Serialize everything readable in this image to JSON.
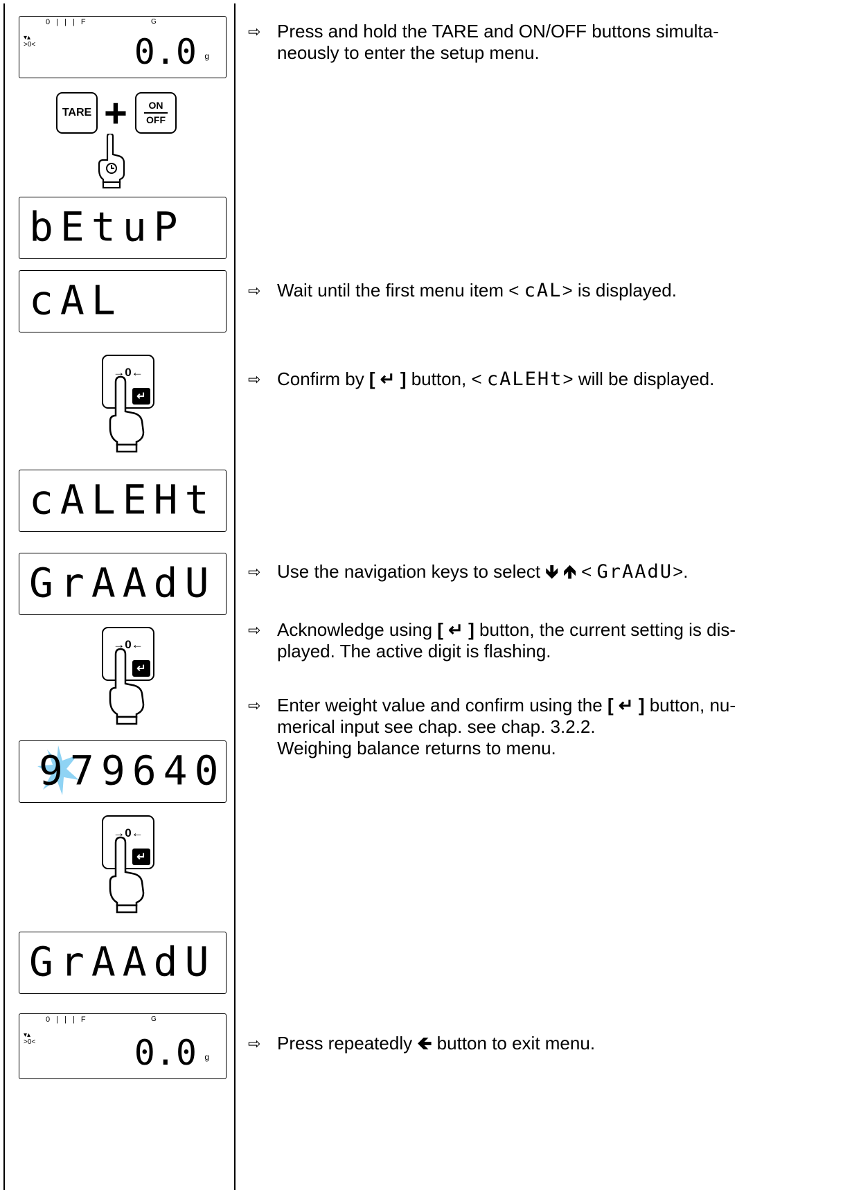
{
  "displays": {
    "initial": {
      "value": "0.0",
      "unit": "g",
      "bars": "0 | | | F",
      "g_mark": "G",
      "stable": "▾▴\n>0<"
    },
    "setup": "bEtuP",
    "cal": "cAL",
    "calext": "cALEHt",
    "gradu": "GrAAdU",
    "value": "979640",
    "gradu_after": "GrAAdU",
    "final": {
      "value": "0.0",
      "unit": "g",
      "bars": "0 | | | F",
      "g_mark": "G",
      "stable": "▾▴\n>0<"
    }
  },
  "keys": {
    "tare": "TARE",
    "plus": "+",
    "on": "ON",
    "off": "OFF",
    "zero": "→0←",
    "enter": "↵"
  },
  "steps": [
    {
      "arrow": "⇨",
      "text_1": "Press and hold the TARE and ON/OFF buttons simulta-",
      "text_2": "neously to enter the setup menu."
    },
    {
      "arrow": "⇨",
      "pre": "Wait until the first menu item < ",
      "seg": "cAL",
      "post": "> is displayed."
    },
    {
      "arrow": "⇨",
      "pre": "Confirm by ",
      "bracket": "[ ↵ ]",
      "mid": " button, < ",
      "seg": "cALEHt",
      "post": "> will be displayed."
    },
    {
      "arrow": "⇨",
      "pre": "Use the navigation keys to select ",
      "icons": "🡻 🡹",
      "mid": " < ",
      "seg": "GrAAdU",
      "post": ">."
    },
    {
      "arrow": "⇨",
      "pre": "Acknowledge using ",
      "bracket": "[ ↵ ]",
      "post_1": " button, the current setting is dis-",
      "post_2": "played. The active digit is flashing."
    },
    {
      "arrow": "⇨",
      "pre": "Enter weight value and confirm using the ",
      "bracket": "[ ↵ ]",
      "post_1": " button, nu-",
      "line_2": "merical input see chap. see chap. 3.2.2.",
      "line_3": "Weighing balance returns to menu."
    },
    {
      "arrow": "⇨",
      "pre": "Press repeatedly ",
      "icon": "🡸",
      "post": " button to exit menu."
    }
  ]
}
